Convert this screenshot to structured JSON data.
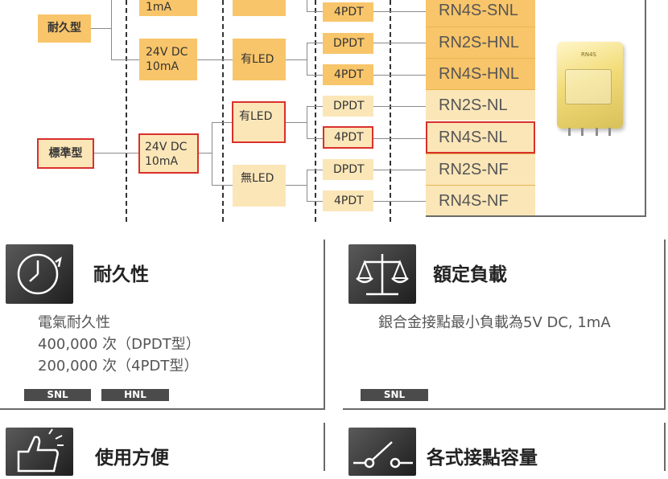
{
  "diagram": {
    "top_box": "1mA",
    "durable_type": "耐久型",
    "standard_type": "標準型",
    "voltage_top_line1": "24V DC",
    "voltage_top_line2": "10mA",
    "voltage_std_line1": "24V DC",
    "voltage_std_line2": "10mA",
    "led_with_a": "有LED",
    "led_with_b": "有LED",
    "led_without": "無LED",
    "contacts": [
      "4PDT",
      "DPDT",
      "4PDT",
      "DPDT",
      "4PDT",
      "DPDT",
      "4PDT"
    ],
    "models": [
      "RN4S-SNL",
      "RN2S-HNL",
      "RN4S-HNL",
      "RN2S-NL",
      "RN4S-NL",
      "RN2S-NF",
      "RN4S-NF"
    ],
    "relay_label": "RN4S"
  },
  "cards": [
    {
      "title": "耐久性",
      "icon": "clock-refresh-icon",
      "lines": [
        "電氣耐久性",
        "400,000 次（DPDT型）",
        "200,000 次（4PDT型）"
      ],
      "tags": [
        "SNL",
        "HNL"
      ]
    },
    {
      "title": "額定負載",
      "icon": "balance-scale-icon",
      "lines": [
        "銀合金接點最小負載為5V DC, 1mA"
      ],
      "tags": [
        "SNL"
      ]
    },
    {
      "title": "使用方便",
      "icon": "thumbs-up-icon",
      "lines": [],
      "tags": []
    },
    {
      "title": "各式接點容量",
      "icon": "switch-contact-icon",
      "lines": [],
      "tags": []
    }
  ],
  "colors": {
    "orange": "#f8c56a",
    "light_orange": "#fbe6b8",
    "highlight_red": "#d9302c",
    "icon_bg": "#2e2e2e"
  }
}
